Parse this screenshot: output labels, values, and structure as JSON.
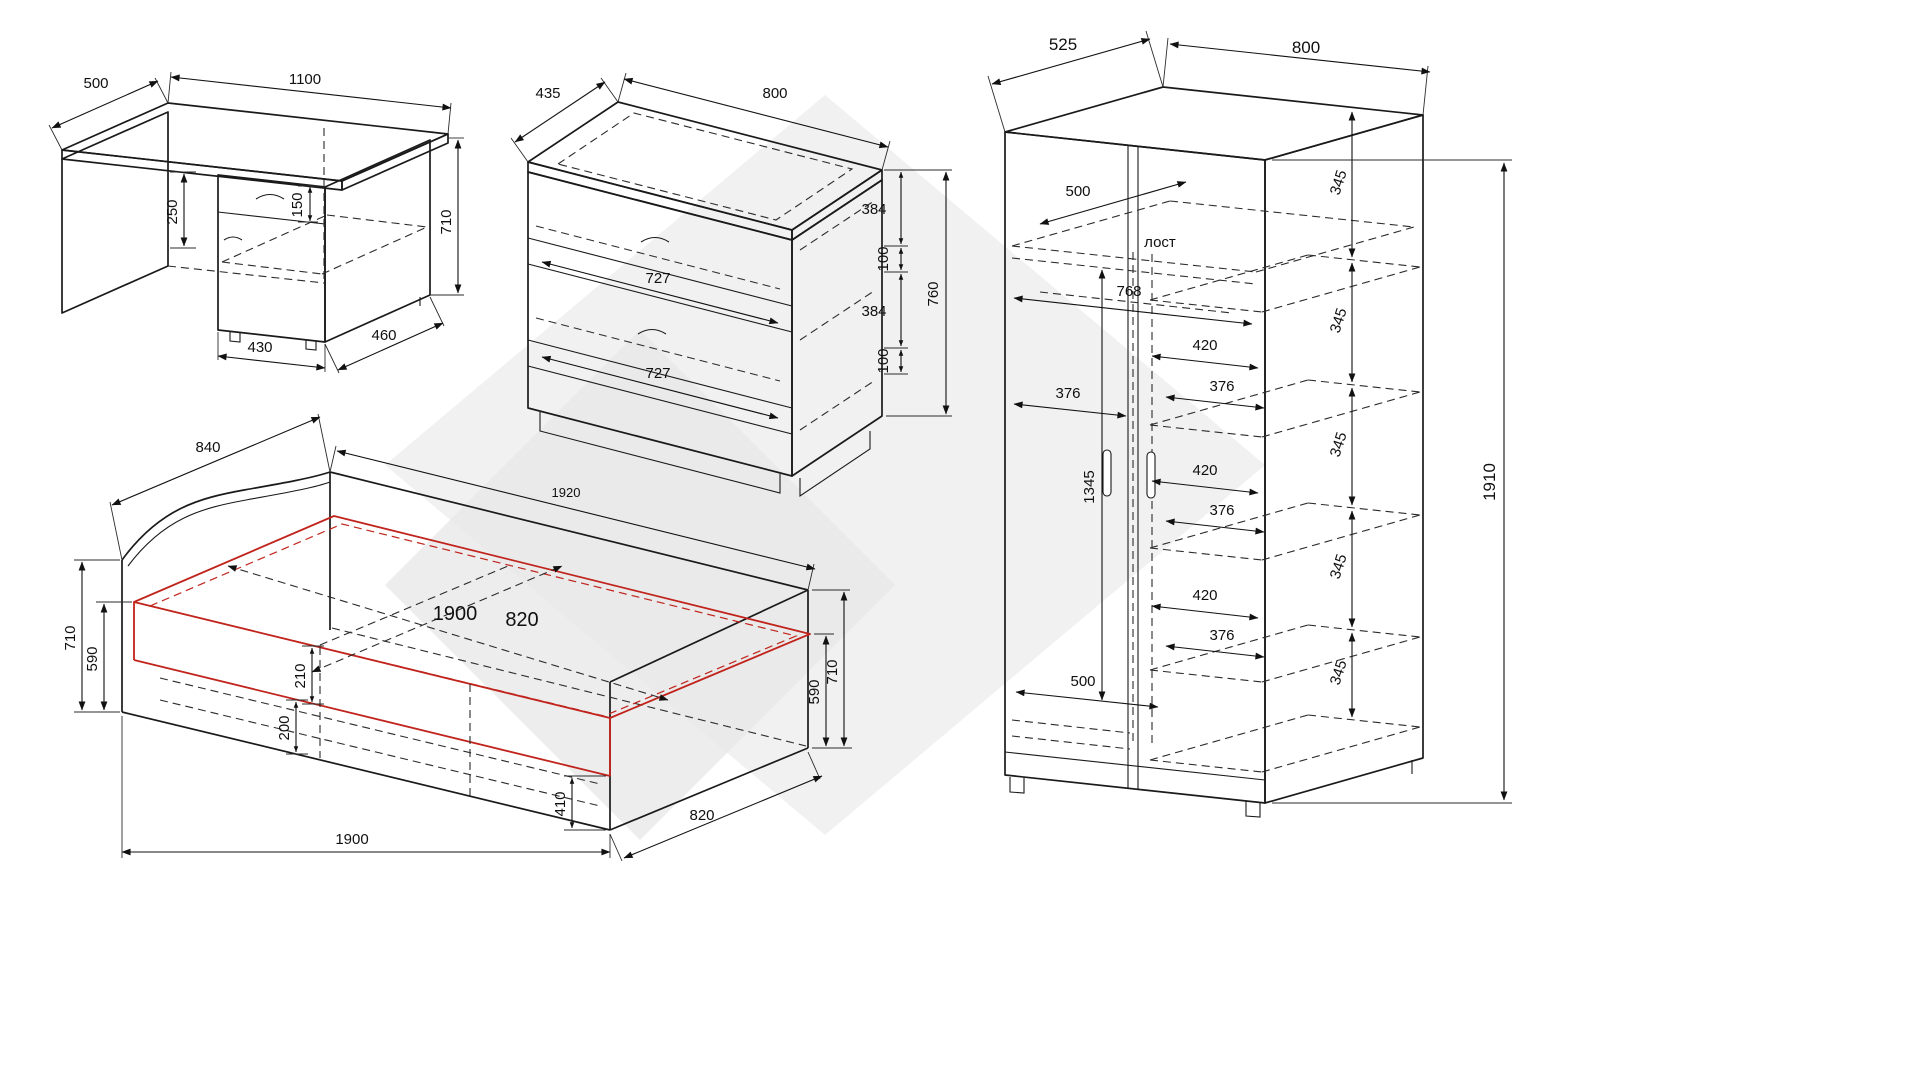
{
  "page": {
    "background": "#ffffff",
    "line_color": "#1a1a1a",
    "accent_red": "#c0241c",
    "watermark_color": "#f0f0f0"
  },
  "desk": {
    "dims": {
      "depth": "500",
      "length": "1100",
      "niche_height": "250",
      "drawer_height": "150",
      "height": "710",
      "pedestal_width": "430",
      "pedestal_depth": "460"
    }
  },
  "dresser": {
    "dims": {
      "depth": "435",
      "width": "800",
      "height": "760",
      "side": [
        "384",
        "100",
        "384",
        "100"
      ],
      "front": [
        "727",
        "727"
      ]
    }
  },
  "wardrobe": {
    "dims": {
      "depth": "525",
      "width": "800",
      "shelf_depth": "500",
      "rod": "лост",
      "interior_width": "768",
      "left_width": "376",
      "hanging_height": "1345",
      "bottom_width": "500",
      "height": "1910",
      "gaps": [
        "345",
        "345",
        "345",
        "345",
        "345"
      ],
      "shelves": [
        {
          "w": "420",
          "d": "376"
        },
        {
          "w": "420",
          "d": "376"
        },
        {
          "w": "420",
          "d": "376"
        }
      ]
    }
  },
  "bed": {
    "dims": {
      "headboard_width": "840",
      "length": "1920",
      "height_left": "710",
      "frame_height_left": "590",
      "inner_length": "1900",
      "inner_width": "820",
      "rail_height": "210",
      "base_height": "200",
      "bottom_length": "1900",
      "foot_height": "410",
      "bottom_width": "820",
      "frame_height_right": "590",
      "height_right": "710"
    }
  }
}
